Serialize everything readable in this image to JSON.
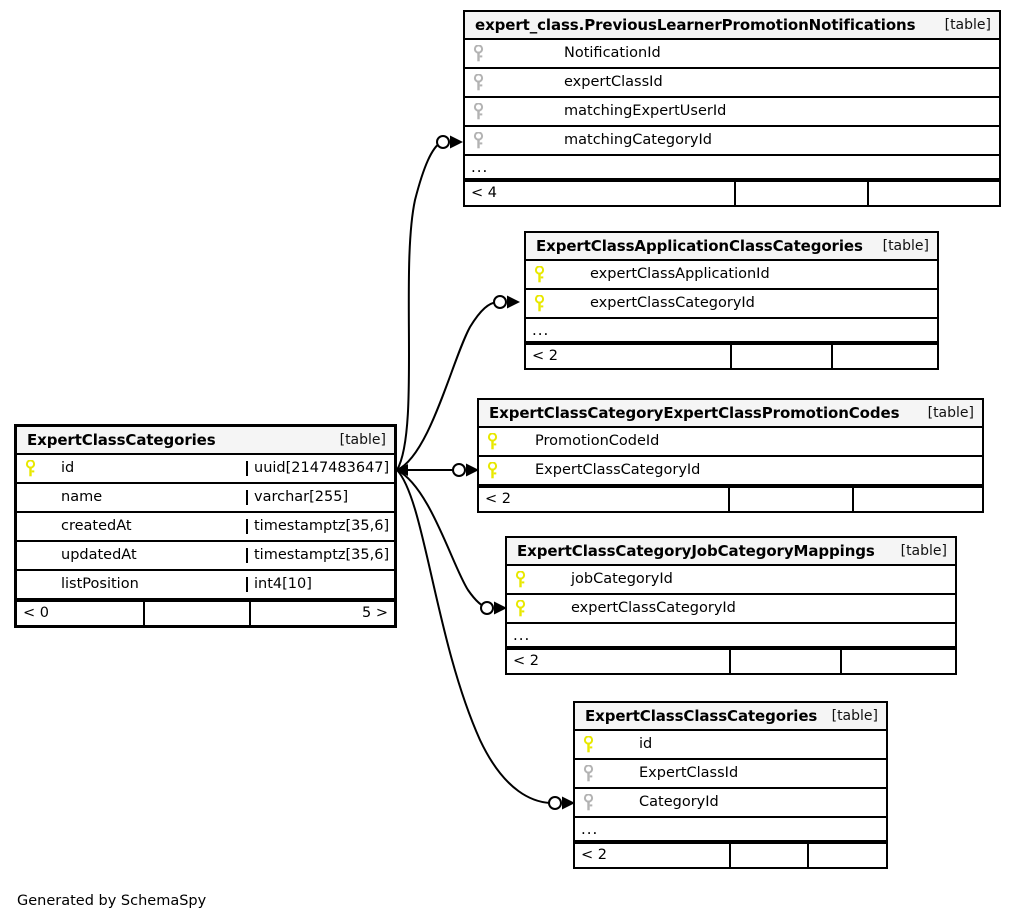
{
  "diagram": {
    "generator_note": "Generated by SchemaSpy",
    "table_tag": "[table]",
    "ellipsis": "...",
    "colors": {
      "primary_key": "#e8e800",
      "foreign_key": "#b3b3b3",
      "header_bg": "#f5f5f5",
      "border": "#000000",
      "background": "#ffffff"
    }
  },
  "tables": [
    {
      "id": "previous-learner-promotion-notifications",
      "name": "expert_class.PreviousLearnerPromotionNotifications",
      "tag": "[table]",
      "columns": [
        {
          "name": "NotificationId",
          "key": "foreign",
          "type": ""
        },
        {
          "name": "expertClassId",
          "key": "foreign",
          "type": ""
        },
        {
          "name": "matchingExpertUserId",
          "key": "foreign",
          "type": ""
        },
        {
          "name": "matchingCategoryId",
          "key": "foreign",
          "type": ""
        }
      ],
      "has_ellipsis": true,
      "footer": {
        "left": "< 4",
        "middle": "",
        "right": ""
      }
    },
    {
      "id": "expert-class-application-class-categories",
      "name": "ExpertClassApplicationClassCategories",
      "tag": "[table]",
      "columns": [
        {
          "name": "expertClassApplicationId",
          "key": "primary",
          "type": ""
        },
        {
          "name": "expertClassCategoryId",
          "key": "primary",
          "type": ""
        }
      ],
      "has_ellipsis": true,
      "footer": {
        "left": "< 2",
        "middle": "",
        "right": ""
      }
    },
    {
      "id": "expert-class-category-expert-class-promotion-codes",
      "name": "ExpertClassCategoryExpertClassPromotionCodes",
      "tag": "[table]",
      "columns": [
        {
          "name": "PromotionCodeId",
          "key": "primary",
          "type": ""
        },
        {
          "name": "ExpertClassCategoryId",
          "key": "primary",
          "type": ""
        }
      ],
      "has_ellipsis": false,
      "footer": {
        "left": "< 2",
        "middle": "",
        "right": ""
      }
    },
    {
      "id": "expert-class-category-job-category-mappings",
      "name": "ExpertClassCategoryJobCategoryMappings",
      "tag": "[table]",
      "columns": [
        {
          "name": "jobCategoryId",
          "key": "primary",
          "type": ""
        },
        {
          "name": "expertClassCategoryId",
          "key": "primary",
          "type": ""
        }
      ],
      "has_ellipsis": true,
      "footer": {
        "left": "< 2",
        "middle": "",
        "right": ""
      }
    },
    {
      "id": "expert-class-class-categories",
      "name": "ExpertClassClassCategories",
      "tag": "[table]",
      "columns": [
        {
          "name": "id",
          "key": "primary",
          "type": ""
        },
        {
          "name": "ExpertClassId",
          "key": "foreign",
          "type": ""
        },
        {
          "name": "CategoryId",
          "key": "foreign",
          "type": ""
        }
      ],
      "has_ellipsis": true,
      "footer": {
        "left": "< 2",
        "middle": "",
        "right": ""
      }
    },
    {
      "id": "expert-class-categories",
      "name": "ExpertClassCategories",
      "tag": "[table]",
      "columns": [
        {
          "name": "id",
          "key": "primary",
          "type": "uuid[2147483647]"
        },
        {
          "name": "name",
          "key": "none",
          "type": "varchar[255]"
        },
        {
          "name": "createdAt",
          "key": "none",
          "type": "timestamptz[35,6]"
        },
        {
          "name": "updatedAt",
          "key": "none",
          "type": "timestamptz[35,6]"
        },
        {
          "name": "listPosition",
          "key": "none",
          "type": "int4[10]"
        }
      ],
      "has_ellipsis": false,
      "footer": {
        "left": "< 0",
        "middle": "",
        "right": "5 >"
      }
    }
  ]
}
